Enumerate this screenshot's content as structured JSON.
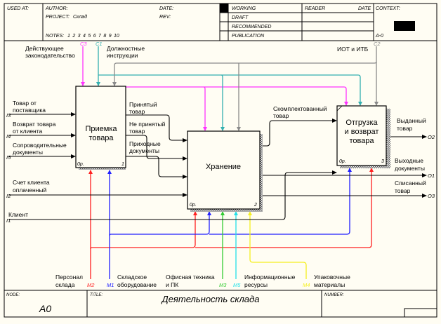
{
  "header": {
    "used_at_label": "USED AT:",
    "author_label": "AUTHOR:",
    "project_label": "PROJECT:",
    "project_value": "Склад",
    "date_label": "DATE:",
    "rev_label": "REV:",
    "notes_label": "NOTES:",
    "notes_numbers": "1 2 3 4 5 6 7 8 9 10",
    "status_rows": [
      "WORKING",
      "DRAFT",
      "RECOMMENDED",
      "PUBLICATION"
    ],
    "status_selected": "WORKING",
    "reader_label": "READER",
    "reader_date_label": "DATE",
    "context_label": "CONTEXT:",
    "context_node": "A-0"
  },
  "boxes": [
    {
      "id": "1",
      "title_lines": [
        "Приемка",
        "товара"
      ],
      "cost": "0р.",
      "number": "1"
    },
    {
      "id": "2",
      "title_lines": [
        "Хранение"
      ],
      "cost": "0р.",
      "number": "2"
    },
    {
      "id": "3",
      "title_lines": [
        "Отгрузка",
        "и возврат",
        "товара"
      ],
      "cost": "0р.",
      "number": "3"
    }
  ],
  "inputs": [
    {
      "code": "I3",
      "lines": [
        "Товар от",
        "поставщика"
      ]
    },
    {
      "code": "I4",
      "lines": [
        "Возврат товара",
        "от клиента"
      ]
    },
    {
      "code": "I5",
      "lines": [
        "Сопроводительные",
        "документы"
      ]
    },
    {
      "code": "I2",
      "lines": [
        "Счет клиента",
        "оплаченный"
      ]
    },
    {
      "code": "I1",
      "lines": [
        "Клиент"
      ]
    }
  ],
  "controls": [
    {
      "code": "C3",
      "lines": [
        "Действующее",
        "законодательство"
      ],
      "color": "#ff33ff"
    },
    {
      "code": "C1",
      "lines": [
        "Должностные",
        "инструкции"
      ],
      "color": "#33b0b0"
    },
    {
      "code": "C2",
      "lines": [
        "ИОТ и ИТБ"
      ],
      "color": "#8a8a8a"
    }
  ],
  "outputs": [
    {
      "code": "O2",
      "lines": [
        "Выданный",
        "товар"
      ]
    },
    {
      "code": "O1",
      "lines": [
        "Выходные",
        "документы"
      ]
    },
    {
      "code": "O3",
      "lines": [
        "Списанный",
        "товар"
      ]
    }
  ],
  "internal_arrows": [
    {
      "lines": [
        "Принятый",
        "товар"
      ]
    },
    {
      "lines": [
        "Не принятый",
        "товар"
      ]
    },
    {
      "lines": [
        "Приходные",
        "документы"
      ]
    },
    {
      "lines": [
        "Скомплектованный",
        "товар"
      ]
    }
  ],
  "mechanisms": [
    {
      "code": "M2",
      "lines": [
        "Персонал",
        "склада"
      ],
      "color": "#ff2020"
    },
    {
      "code": "M1",
      "lines": [
        "Складское",
        "оборудование"
      ],
      "color": "#2020ff"
    },
    {
      "code": "M3",
      "lines": [
        "Офисная техника",
        "и ПК"
      ],
      "color": "#33cc33"
    },
    {
      "code": "M5",
      "lines": [
        "Информационные",
        "ресурсы"
      ],
      "color": "#22e0e8"
    },
    {
      "code": "M4",
      "lines": [
        "Упаковочные",
        "материалы"
      ],
      "color": "#f5f020"
    }
  ],
  "footer": {
    "node_label": "NODE:",
    "node_value": "A0",
    "title_label": "TITLE:",
    "title_value": "Деятельность склада",
    "number_label": "NUMBER:"
  }
}
